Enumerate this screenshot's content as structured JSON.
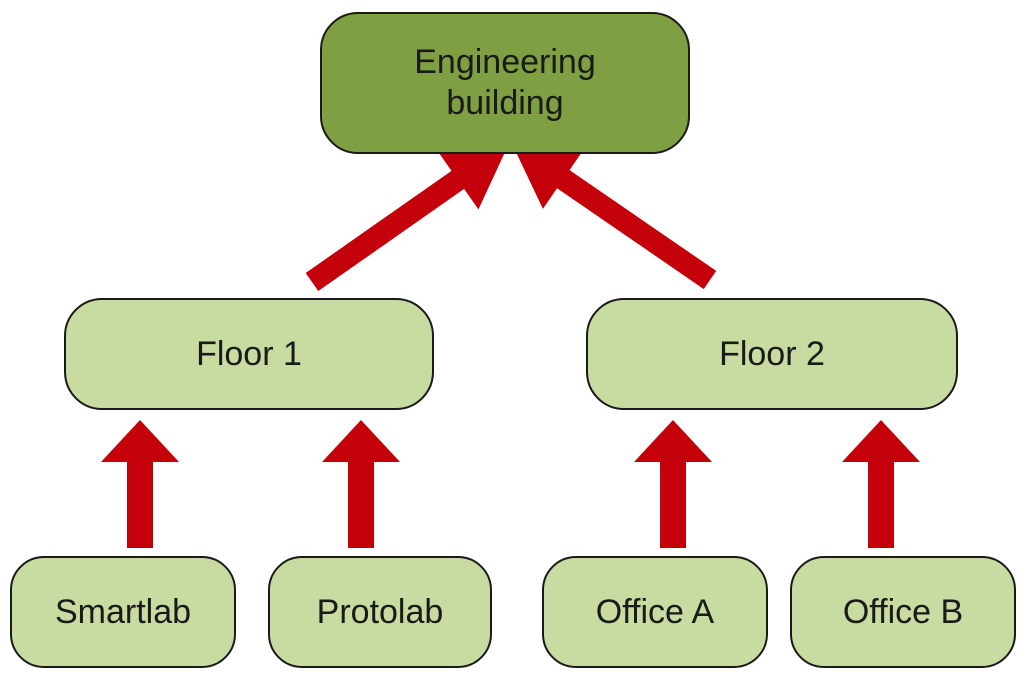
{
  "diagram": {
    "root": {
      "label": "Engineering building"
    },
    "floors": [
      {
        "label": "Floor 1"
      },
      {
        "label": "Floor 2"
      }
    ],
    "rooms": [
      {
        "label": "Smartlab",
        "parent": "Floor 1"
      },
      {
        "label": "Protolab",
        "parent": "Floor 1"
      },
      {
        "label": "Office A",
        "parent": "Floor 2"
      },
      {
        "label": "Office B",
        "parent": "Floor 2"
      }
    ],
    "colors": {
      "root_fill": "#7fa042",
      "node_fill": "#c8dba0",
      "arrow": "#c4000b",
      "border": "#1a1a1a"
    }
  }
}
